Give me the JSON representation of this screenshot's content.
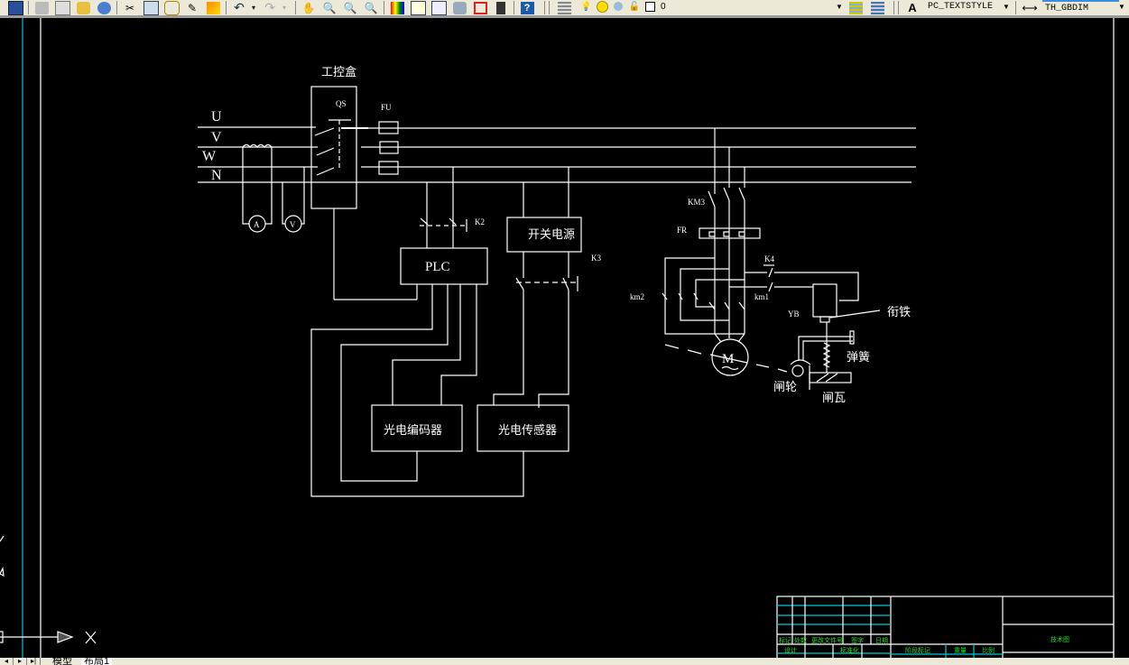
{
  "toolbar": {
    "buttons": [
      "save-icon",
      "print-icon",
      "print-preview-icon",
      "publish-icon",
      "web-icon",
      "cut-icon",
      "copy-icon",
      "paste-icon",
      "match-properties-icon",
      "paint-icon",
      "undo-icon",
      "redo-icon",
      "pan-icon",
      "zoom-realtime-icon",
      "zoom-window-icon",
      "zoom-previous-icon",
      "properties-icon",
      "design-center-icon",
      "tool-palettes-icon",
      "sheet-set-icon",
      "markup-icon",
      "calculator-icon",
      "help-icon",
      "layer-manager-icon"
    ],
    "layer_value": "0",
    "text_style_value": "PC_TEXTSTYLE",
    "dim_style_value": "TH_GBDIM"
  },
  "drawing": {
    "box_title": "工控盒",
    "phase_labels": [
      "U",
      "V",
      "W",
      "N"
    ],
    "qs_label": "QS",
    "fu_label": "FU",
    "ammeter_label": "A",
    "voltmeter_label": "V",
    "k2_label": "K2",
    "k3_label": "K3",
    "k4_label": "K4",
    "plc_label": "PLC",
    "power_supply_label": "开关电源",
    "encoder_label": "光电编码器",
    "sensor_label": "光电传感器",
    "km3_label": "KM3",
    "fr_label": "FR",
    "km2_label": "km2",
    "km1_label": "km1",
    "yb_label": "YB",
    "motor_label": "M",
    "armature_label": "衔铁",
    "spring_label": "弹簧",
    "brake_wheel_label": "闸轮",
    "brake_shoe_label": "闸瓦",
    "ucs_x_label": "X"
  },
  "title_block": {
    "row_labels": [
      "标记",
      "处数",
      "更改文件号",
      "签字",
      "日期"
    ],
    "bottom_labels": [
      "设计",
      "标准化",
      "阶段标记",
      "重量",
      "比例"
    ],
    "drawing_name": "技术图"
  },
  "statusbar": {
    "tabs": [
      "模型",
      "布局1"
    ]
  }
}
